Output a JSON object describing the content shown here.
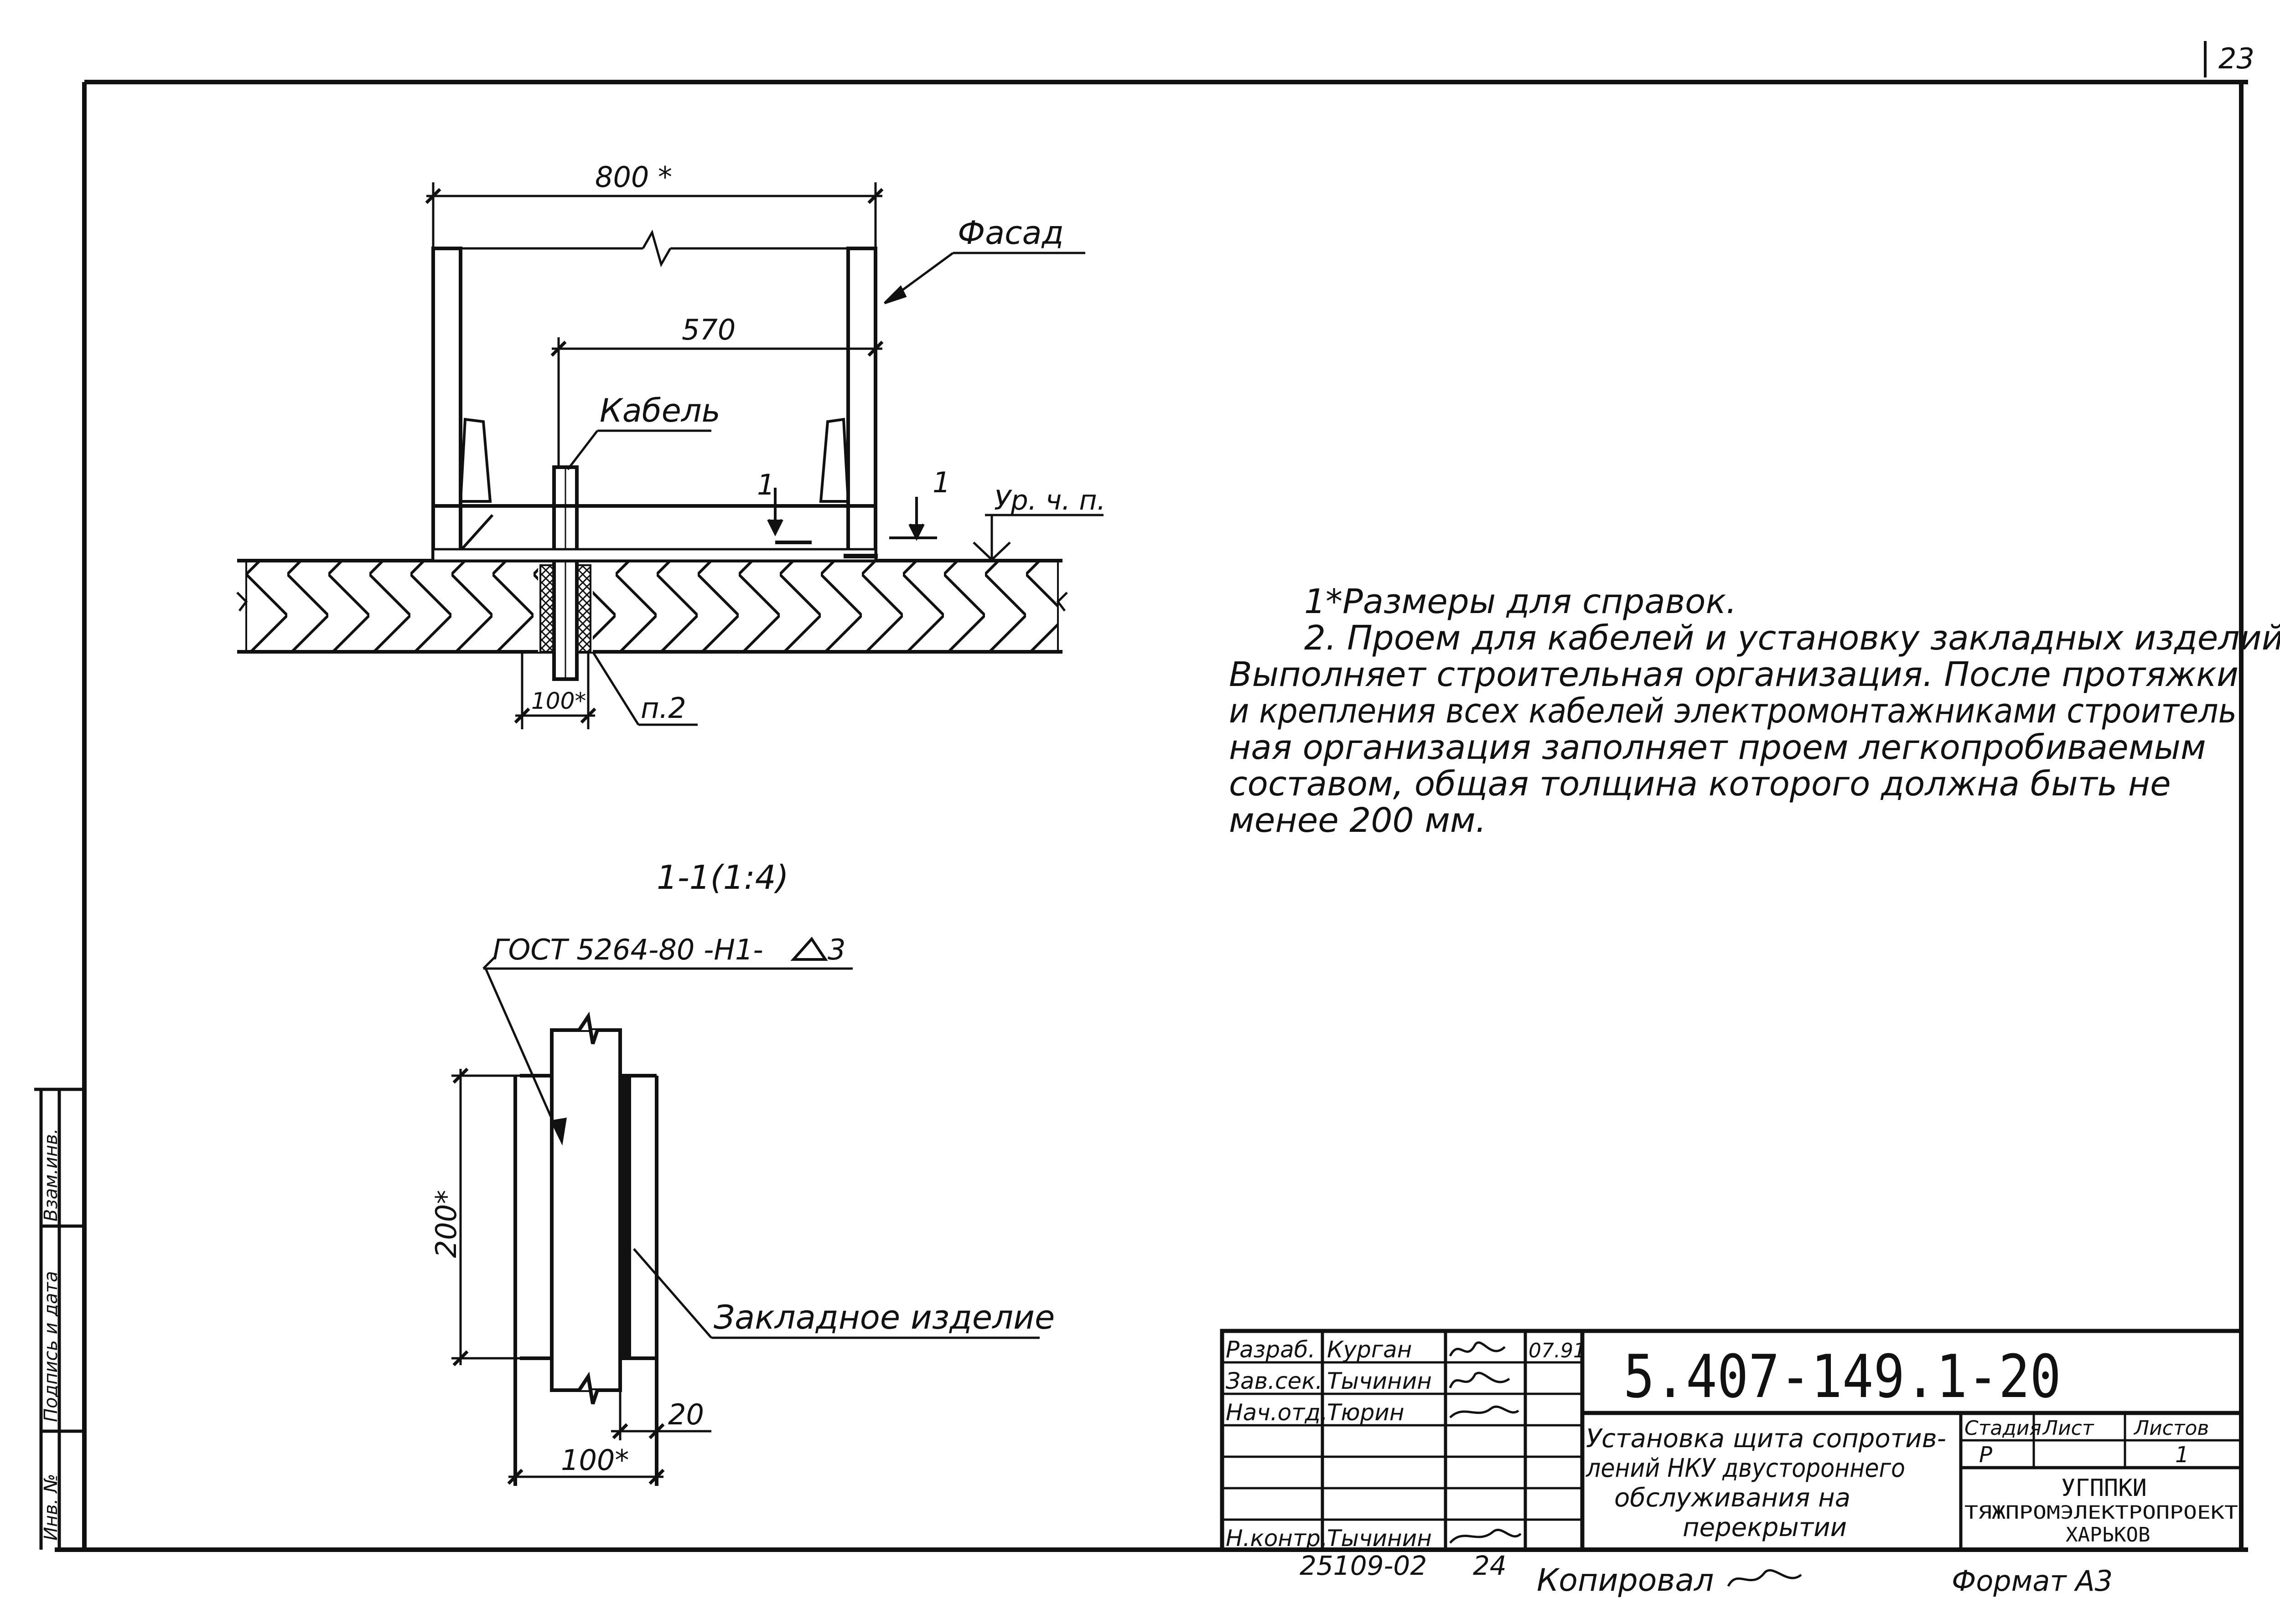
{
  "page_number": "23",
  "drawing": {
    "dim_overall_width": "800 *",
    "dim_inner_width": "570",
    "label_facade": "Фасад",
    "label_cable": "Кабель",
    "section_mark_left": "1",
    "section_mark_right": "1",
    "label_floor_level": "Ур. ч. п.",
    "dim_opening": "100*",
    "ref_note": "п.2"
  },
  "section": {
    "title": "1-1(1:4)",
    "weld_spec": "ГОСТ 5264-80 -Н1-",
    "weld_leg": "3",
    "dim_height": "200*",
    "label_embedded": "Закладное изделие",
    "dim_plate": "20",
    "dim_width": "100*"
  },
  "notes": [
    "1*Размеры для справок.",
    "2. Проем  для кабелей и установку закладных изделий",
    "Выполняет строительная организация. После протяжки",
    "и крепления всех кабелей электромонтажниками строитель",
    "ная организация заполняет проем легкопробиваемым",
    "составом, общая толщина которого должна быть не",
    "менее 200 мм."
  ],
  "side_stamp": {
    "col1": "Взам.инв.",
    "col2": "Подпись и дата",
    "col3": "Инв. №"
  },
  "title_block": {
    "designation": "5.407-149.1-20",
    "roles": [
      {
        "role": "Разраб.",
        "name": "Курган",
        "date": "07.91"
      },
      {
        "role": "Зав.сек.",
        "name": "Тычинин",
        "date": ""
      },
      {
        "role": "Нач.отд.",
        "name": "Тюрин",
        "date": ""
      },
      {
        "role": "",
        "name": "",
        "date": ""
      },
      {
        "role": "",
        "name": "",
        "date": ""
      },
      {
        "role": "",
        "name": "",
        "date": ""
      },
      {
        "role": "Н.контр.",
        "name": "Тычинин",
        "date": ""
      }
    ],
    "title_lines": [
      "Установка щита сопротив-",
      "лений НКУ двустороннего",
      "обслуживания на",
      "перекрытии"
    ],
    "header_stage": "Стадия",
    "header_sheet": "Лист",
    "header_sheets": "Листов",
    "stage": "Р",
    "sheets": "1",
    "org_line1": "УГППКИ",
    "org_line2": "ТЯЖПРОМЭЛЕКТРОПРОЕКТ",
    "org_line3": "ХАРЬКОВ"
  },
  "footer": {
    "inventory": "25109-02",
    "num": "24",
    "copied": "Копировал",
    "format": "Формат А3"
  }
}
